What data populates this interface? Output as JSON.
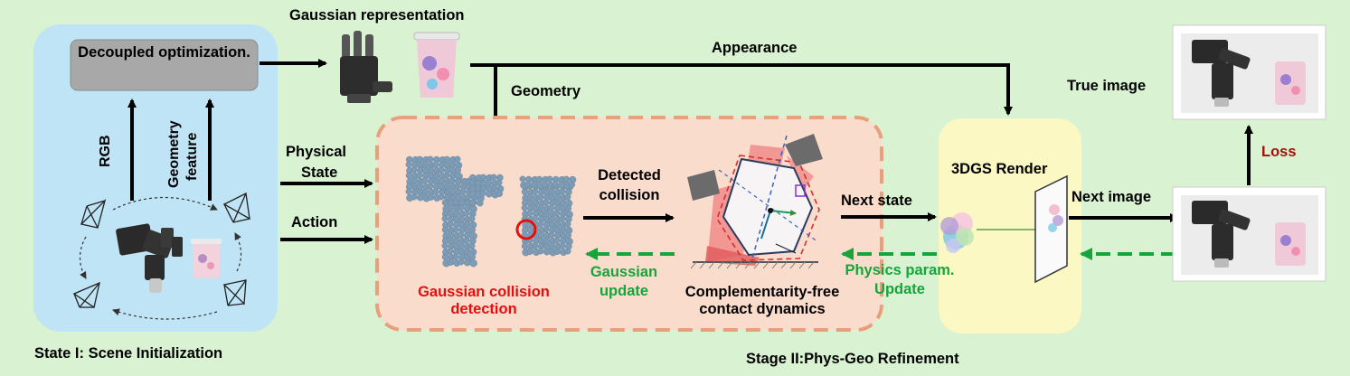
{
  "stage1": {
    "optimization_box": "Decoupled optimization.",
    "rgb": "RGB",
    "geometry_feature_line1": "Geometry",
    "geometry_feature_line2": "feature",
    "caption": "State I: Scene Initialization"
  },
  "gaussian_representation": "Gaussian representation",
  "appearance": "Appearance",
  "geometry": "Geometry",
  "physical_state_line1": "Physical",
  "physical_state_line2": "State",
  "action": "Action",
  "stage2": {
    "collision_label_line1": "Gaussian collision",
    "collision_label_line2": "detection",
    "detected_collision_line1": "Detected",
    "detected_collision_line2": "collision",
    "gaussian_update_line1": "Gaussian",
    "gaussian_update_line2": "update",
    "dynamics_line1": "Complementarity-free",
    "dynamics_line2": "contact dynamics",
    "caption": "Stage II:Phys-Geo Refinement"
  },
  "next_state": "Next state",
  "physics_param_line1": "Physics param.",
  "physics_param_line2": "Update",
  "render_title": "3DGS Render",
  "next_image": "Next image",
  "true_image": "True image",
  "loss": "Loss",
  "colors": {
    "background": "#d9f2d2",
    "stage1_panel": "#bfe4f5",
    "stage2_panel": "#fadccd",
    "stage2_border": "#e8a07c",
    "render_panel": "#fbf8c4",
    "red_text": "#e3100e",
    "green_text": "#16a53a",
    "loss_text": "#a3100b"
  }
}
